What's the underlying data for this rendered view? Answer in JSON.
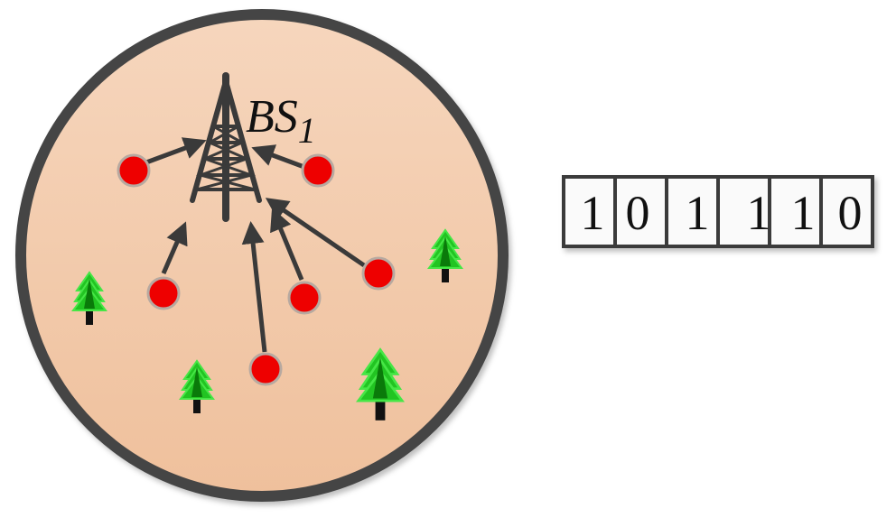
{
  "base_station": {
    "name": "BS",
    "subscript": "1"
  },
  "bit_register": {
    "bits": [
      "1",
      "0",
      "1",
      "1",
      "1",
      "0"
    ]
  },
  "colors": {
    "cell_fill_top": "#f6d6bd",
    "cell_fill_bottom": "#efc09c",
    "cell_border": "#454545",
    "user_node": "#ee0000",
    "tree_foliage": "#22c422",
    "tree_foliage_dark": "#0a7a0a",
    "arrow": "#3a3a3a"
  },
  "icons": {
    "tower": "radio-tower-icon",
    "user": "user-node-icon",
    "tree": "tree-icon"
  }
}
